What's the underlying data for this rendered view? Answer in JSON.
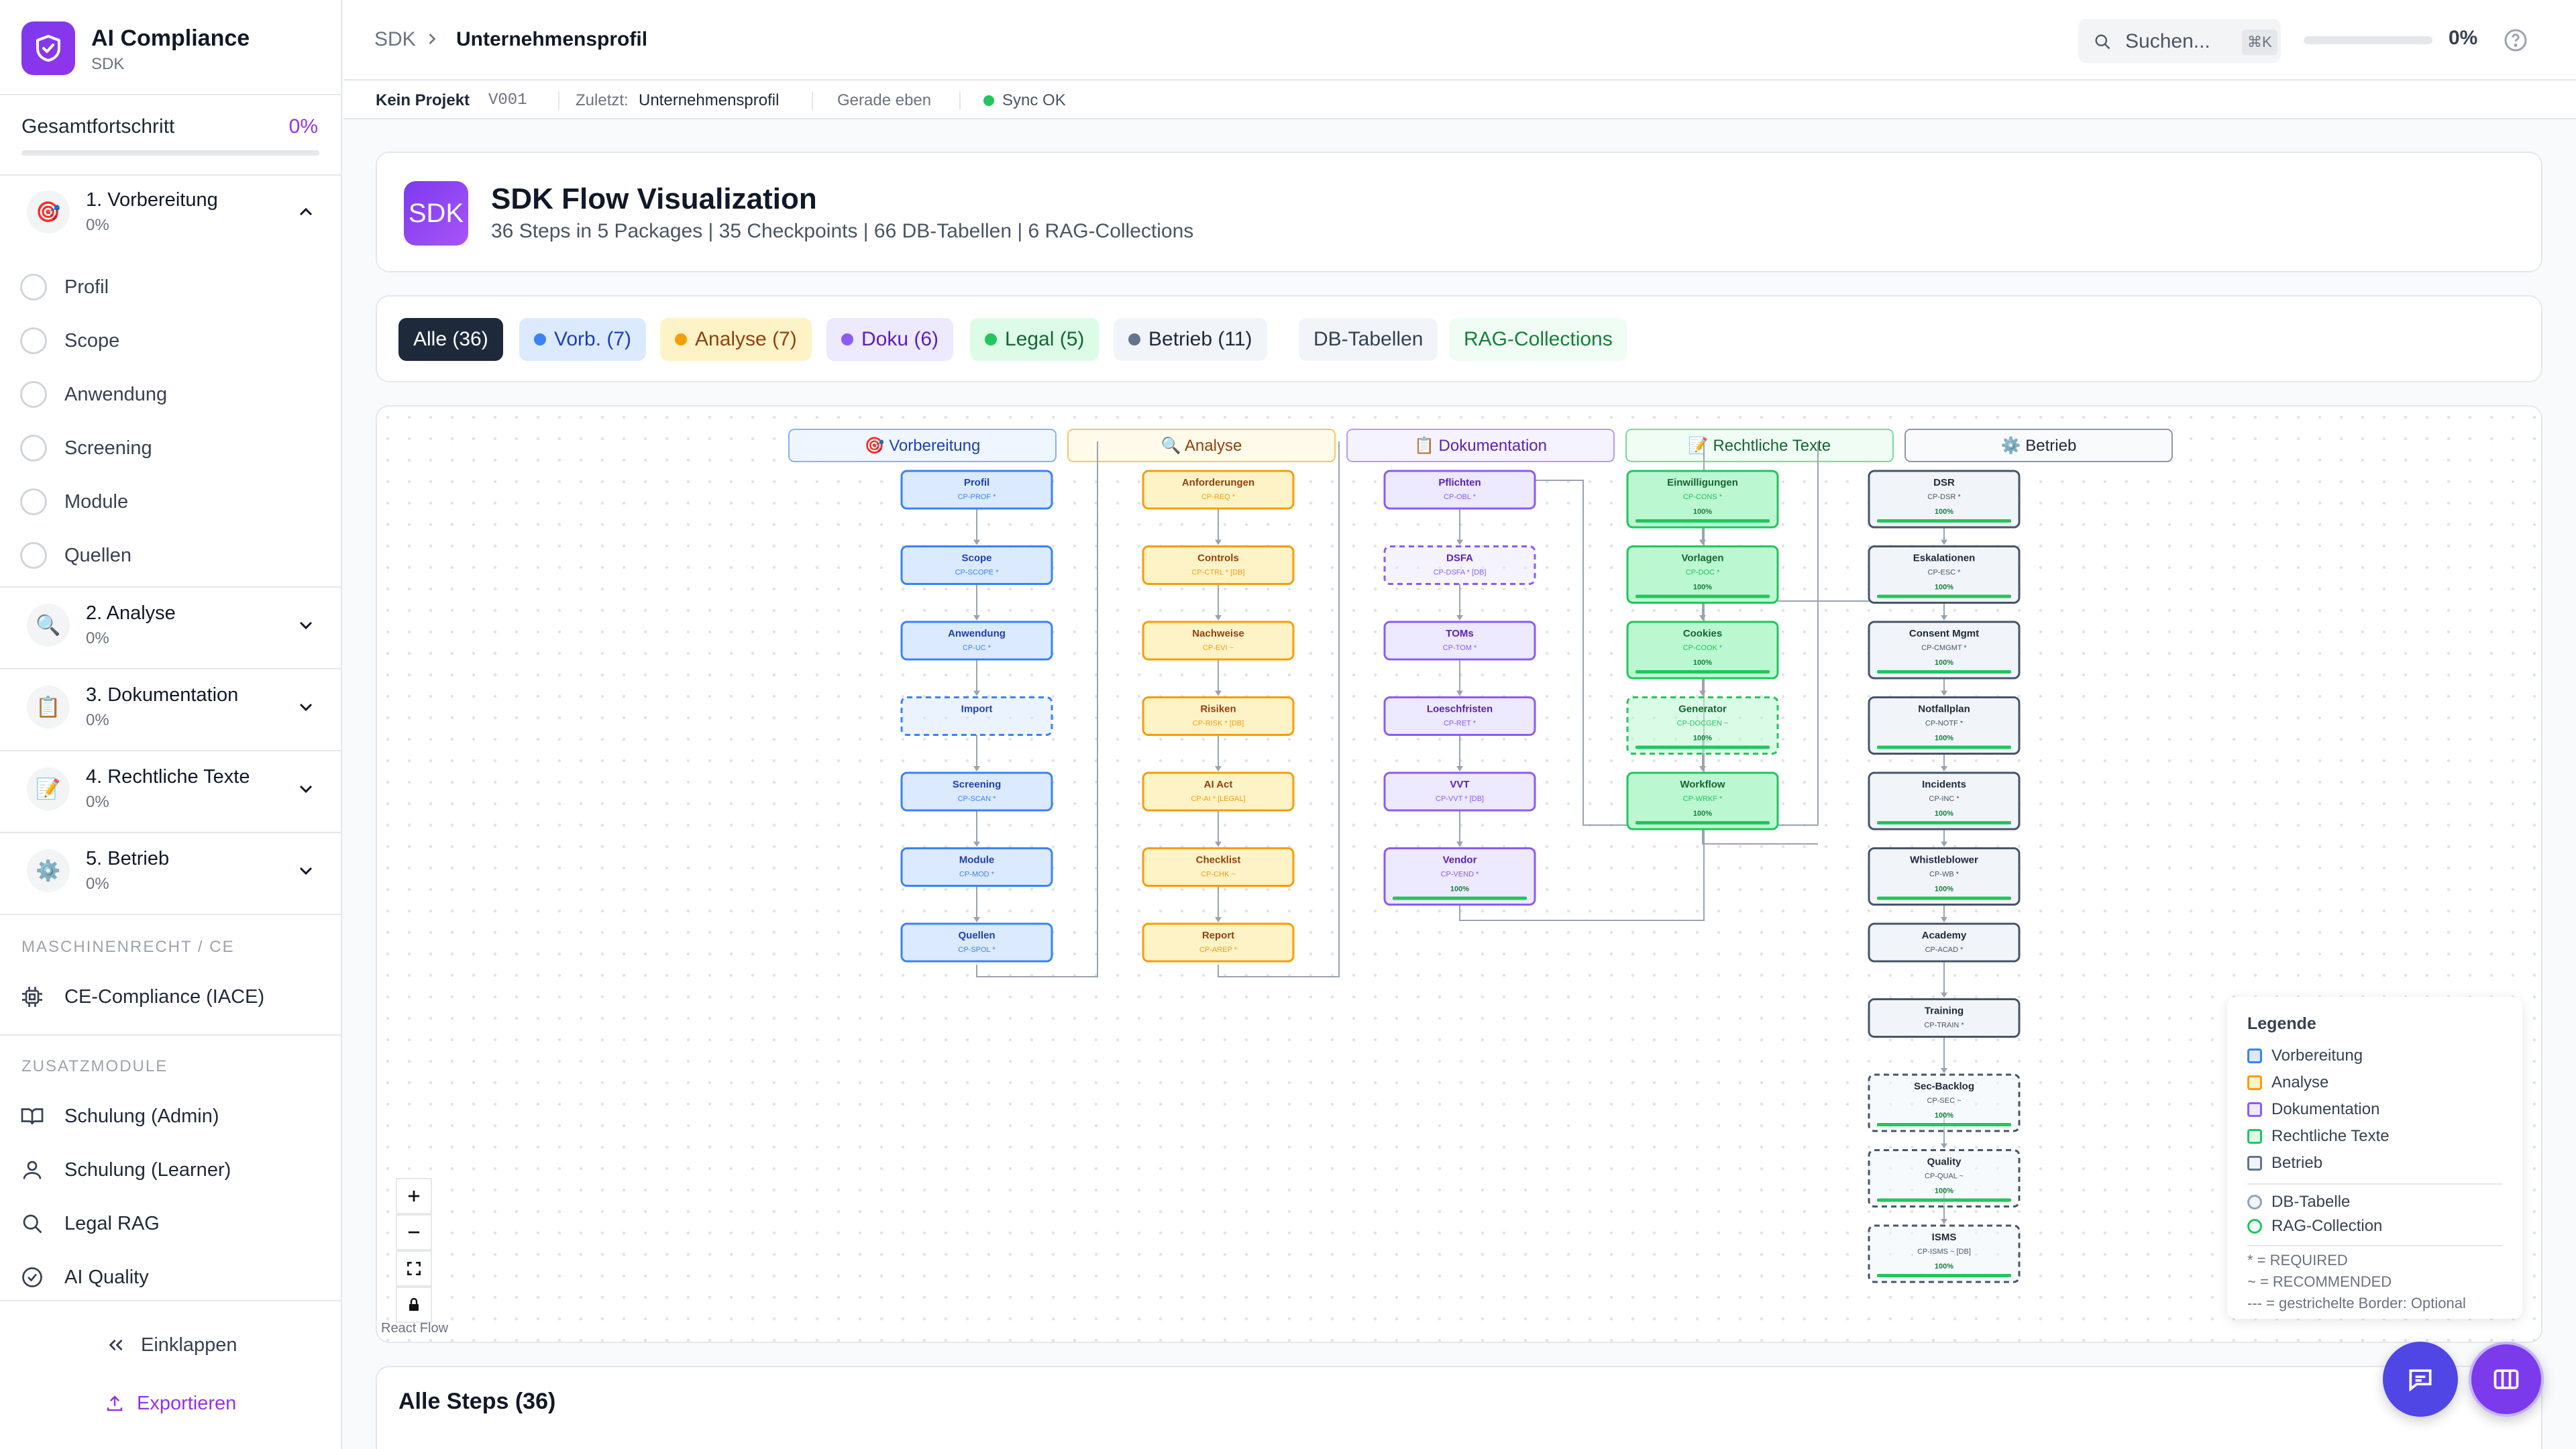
{
  "app": {
    "title": "AI Compliance",
    "subtitle": "SDK"
  },
  "sidebar": {
    "progress_label": "Gesamtfortschritt",
    "progress_value": "0%",
    "progress_fraction": 0,
    "packages": [
      {
        "name": "1. Vorbereitung",
        "pct": "0%",
        "icon": "target-icon",
        "expanded": true
      },
      {
        "name": "2. Analyse",
        "pct": "0%",
        "icon": "magnifier-icon",
        "expanded": false
      },
      {
        "name": "3. Dokumentation",
        "pct": "0%",
        "icon": "clipboard-icon",
        "expanded": false
      },
      {
        "name": "4. Rechtliche Texte",
        "pct": "0%",
        "icon": "pencil-icon",
        "expanded": false
      },
      {
        "name": "5. Betrieb",
        "pct": "0%",
        "icon": "gear-icon",
        "expanded": false
      }
    ],
    "steps": [
      "Profil",
      "Scope",
      "Anwendung",
      "Screening",
      "Module",
      "Quellen"
    ],
    "section_maschinen": "MASCHINENRECHT / CE",
    "ce_item": "CE-Compliance (IACE)",
    "section_zusatz": "ZUSATZMODULE",
    "zusatz_items": [
      {
        "label": "Schulung (Admin)",
        "icon": "book-icon"
      },
      {
        "label": "Schulung (Learner)",
        "icon": "user-icon"
      },
      {
        "label": "Legal RAG",
        "icon": "search-icon"
      },
      {
        "label": "AI Quality",
        "icon": "check-circle-icon"
      }
    ],
    "collapse_label": "Einklappen",
    "export_label": "Exportieren"
  },
  "topbar": {
    "breadcrumb_root": "SDK",
    "breadcrumb_current": "Unternehmensprofil",
    "search_placeholder": "Suchen...",
    "search_shortcut": "⌘K",
    "progress_value": "0%",
    "progress_fraction": 0
  },
  "statusbar": {
    "project": "Kein Projekt",
    "version": "V001",
    "last_label": "Zuletzt:",
    "last_value": "Unternehmensprofil",
    "time": "Gerade eben",
    "sync": "Sync OK"
  },
  "header": {
    "logo": "SDK",
    "title": "SDK Flow Visualization",
    "subtitle": "36 Steps in 5 Packages | 35 Checkpoints | 66 DB-Tabellen | 6 RAG-Collections"
  },
  "filters": [
    {
      "label": "Alle (36)",
      "active": true
    },
    {
      "label": "Vorb. (7)",
      "dot": "#3b82f6"
    },
    {
      "label": "Analyse (7)",
      "dot": "#f59e0b"
    },
    {
      "label": "Doku (6)",
      "dot": "#8b5cf6"
    },
    {
      "label": "Legal (5)",
      "dot": "#22c55e"
    },
    {
      "label": "Betrieb (11)",
      "dot": "#64748b"
    },
    {
      "label": "DB-Tabellen"
    },
    {
      "label": "RAG-Collections"
    }
  ],
  "flow": {
    "attribution": "React Flow",
    "headers": [
      {
        "label": "Vorbereitung",
        "icon": "🎯"
      },
      {
        "label": "Analyse",
        "icon": "🔍"
      },
      {
        "label": "Dokumentation",
        "icon": "📋"
      },
      {
        "label": "Rechtliche Texte",
        "icon": "📝"
      },
      {
        "label": "Betrieb",
        "icon": "⚙️"
      }
    ],
    "columns": [
      [
        {
          "name": "Profil",
          "code": "CP-PROF *"
        },
        {
          "name": "Scope",
          "code": "CP-SCOPE *"
        },
        {
          "name": "Anwendung",
          "code": "CP-UC *"
        },
        {
          "name": "Import",
          "code": "",
          "dashed": true
        },
        {
          "name": "Screening",
          "code": "CP-SCAN *"
        },
        {
          "name": "Module",
          "code": "CP-MOD *"
        },
        {
          "name": "Quellen",
          "code": "CP-SPOL *"
        }
      ],
      [
        {
          "name": "Anforderungen",
          "code": "CP-REQ *"
        },
        {
          "name": "Controls",
          "code": "CP-CTRL * [DB]"
        },
        {
          "name": "Nachweise",
          "code": "CP-EVI ~"
        },
        {
          "name": "Risiken",
          "code": "CP-RISK * [DB]"
        },
        {
          "name": "AI Act",
          "code": "CP-AI * [LEGAL]"
        },
        {
          "name": "Checklist",
          "code": "CP-CHK ~"
        },
        {
          "name": "Report",
          "code": "CP-AREP *"
        }
      ],
      [
        {
          "name": "Pflichten",
          "code": "CP-OBL *"
        },
        {
          "name": "DSFA",
          "code": "CP-DSFA * [DB]",
          "dashed": true
        },
        {
          "name": "TOMs",
          "code": "CP-TOM *"
        },
        {
          "name": "Loeschfristen",
          "code": "CP-RET *"
        },
        {
          "name": "VVT",
          "code": "CP-VVT * [DB]"
        },
        {
          "name": "Vendor",
          "code": "CP-VEND *",
          "pct": "100%"
        }
      ],
      [
        {
          "name": "Einwilligungen",
          "code": "CP-CONS *",
          "pct": "100%"
        },
        {
          "name": "Vorlagen",
          "code": "CP-DOC *",
          "pct": "100%"
        },
        {
          "name": "Cookies",
          "code": "CP-COOK *",
          "pct": "100%"
        },
        {
          "name": "Generator",
          "code": "CP-DOCGEN ~",
          "pct": "100%",
          "dashed": true
        },
        {
          "name": "Workflow",
          "code": "CP-WRKF *",
          "pct": "100%"
        }
      ],
      [
        {
          "name": "DSR",
          "code": "CP-DSR *",
          "pct": "100%"
        },
        {
          "name": "Eskalationen",
          "code": "CP-ESC *",
          "pct": "100%"
        },
        {
          "name": "Consent Mgmt",
          "code": "CP-CMGMT *",
          "pct": "100%"
        },
        {
          "name": "Notfallplan",
          "code": "CP-NOTF *",
          "pct": "100%"
        },
        {
          "name": "Incidents",
          "code": "CP-INC *",
          "pct": "100%"
        },
        {
          "name": "Whistleblower",
          "code": "CP-WB *",
          "pct": "100%"
        },
        {
          "name": "Academy",
          "code": "CP-ACAD *"
        },
        {
          "name": "Training",
          "code": "CP-TRAIN *"
        },
        {
          "name": "Sec-Backlog",
          "code": "CP-SEC ~",
          "pct": "100%",
          "dashed": true
        },
        {
          "name": "Quality",
          "code": "CP-QUAL ~",
          "pct": "100%",
          "dashed": true
        },
        {
          "name": "ISMS",
          "code": "CP-ISMS ~ [DB]",
          "pct": "100%",
          "dashed": true
        }
      ]
    ]
  },
  "legend": {
    "title": "Legende",
    "packages": [
      "Vorbereitung",
      "Analyse",
      "Dokumentation",
      "Rechtliche Texte",
      "Betrieb"
    ],
    "db": "DB-Tabelle",
    "rag": "RAG-Collection",
    "notes": [
      "* = REQUIRED",
      "~ = RECOMMENDED",
      "--- = gestrichelte Border: Optional"
    ]
  },
  "steps_section": {
    "title": "Alle Steps (36)"
  },
  "colors": {
    "accent": "#9333ea",
    "vorbereitung": "#3b82f6",
    "analyse": "#f59e0b",
    "dokumentation": "#8b5cf6",
    "legal": "#22c55e",
    "betrieb": "#64748b"
  }
}
